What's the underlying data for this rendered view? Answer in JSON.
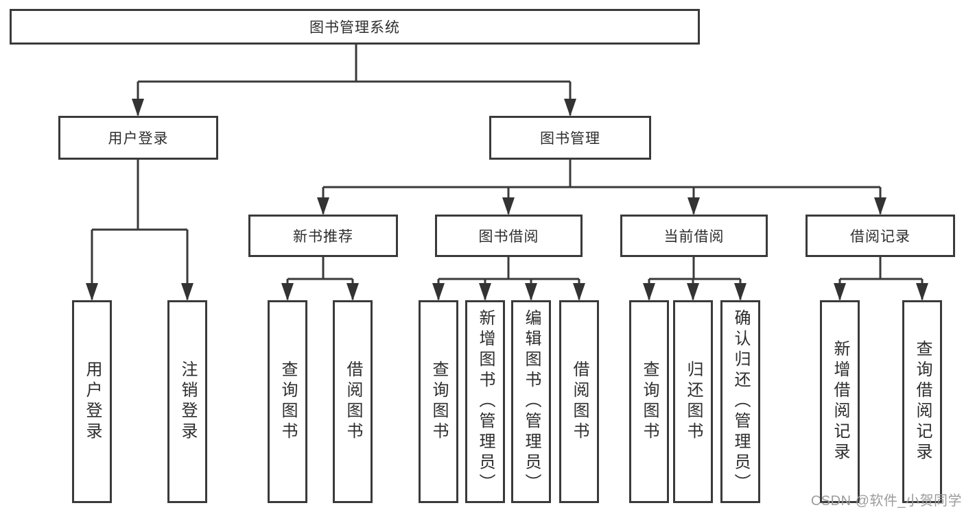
{
  "diagram_type": "hierarchy-tree",
  "tree": {
    "label": "图书管理系统",
    "children": [
      {
        "label": "用户登录",
        "children": [
          {
            "label": "用户登录"
          },
          {
            "label": "注销登录"
          }
        ]
      },
      {
        "label": "图书管理",
        "children": [
          {
            "label": "新书推荐",
            "children": [
              {
                "label": "查询图书"
              },
              {
                "label": "借阅图书"
              }
            ]
          },
          {
            "label": "图书借阅",
            "children": [
              {
                "label": "查询图书"
              },
              {
                "label": "新增图书（管理员）"
              },
              {
                "label": "编辑图书（管理员）"
              },
              {
                "label": "借阅图书"
              }
            ]
          },
          {
            "label": "当前借阅",
            "children": [
              {
                "label": "查询图书"
              },
              {
                "label": "归还图书"
              },
              {
                "label": "确认归还（管理员）"
              }
            ]
          },
          {
            "label": "借阅记录",
            "children": [
              {
                "label": "新增借阅记录"
              },
              {
                "label": "查询借阅记录"
              }
            ]
          }
        ]
      }
    ]
  },
  "watermark": {
    "text": "CSDN @软件_小贺同学",
    "color": "#9c9c9c"
  },
  "style": {
    "line_color": "#3a3a3a",
    "arrow_color": "#333333",
    "box_background": "#ffffff",
    "text_color": "#2d2d2d"
  }
}
